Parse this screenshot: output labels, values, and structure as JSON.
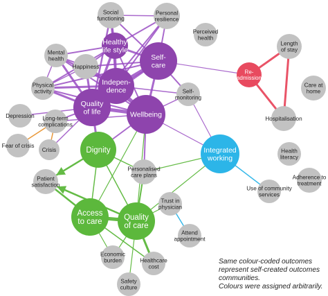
{
  "colors": {
    "purple": "#8e44ad",
    "purple_edge": "#9b4fc4",
    "red": "#e84a5f",
    "blue": "#2cb5e8",
    "green": "#5cb83c",
    "grey": "#c2c2c2",
    "orange": "#e8922e"
  },
  "nodes": [
    {
      "id": "social",
      "label": [
        "Social",
        "functioning"
      ],
      "group": "grey"
    },
    {
      "id": "personal",
      "label": [
        "Personal",
        "resilience"
      ],
      "group": "grey"
    },
    {
      "id": "perceived",
      "label": [
        "Perceived",
        "health"
      ],
      "group": "grey"
    },
    {
      "id": "healthy",
      "label": [
        "Healthy",
        "life style"
      ],
      "group": "purple"
    },
    {
      "id": "selfcare",
      "label": [
        "Self-",
        "care"
      ],
      "group": "purple"
    },
    {
      "id": "mental",
      "label": [
        "Mental",
        "health"
      ],
      "group": "grey"
    },
    {
      "id": "happiness",
      "label": [
        "Happiness"
      ],
      "group": "grey"
    },
    {
      "id": "independence",
      "label": [
        "Indepen-",
        "dence"
      ],
      "group": "purple"
    },
    {
      "id": "physical",
      "label": [
        "Physical",
        "activity"
      ],
      "group": "grey"
    },
    {
      "id": "selfmon",
      "label": [
        "Self-",
        "monitoring"
      ],
      "group": "grey"
    },
    {
      "id": "qol",
      "label": [
        "Quality",
        "of life"
      ],
      "group": "purple"
    },
    {
      "id": "wellbeing",
      "label": [
        "Wellbeing"
      ],
      "group": "purple"
    },
    {
      "id": "depression",
      "label": [
        "Depression"
      ],
      "group": "grey"
    },
    {
      "id": "longterm",
      "label": [
        "Long-term",
        "complications"
      ],
      "group": "grey"
    },
    {
      "id": "fear",
      "label": [
        "Fear of crisis"
      ],
      "group": "grey"
    },
    {
      "id": "crisis",
      "label": [
        "Crisis"
      ],
      "group": "grey"
    },
    {
      "id": "dignity",
      "label": [
        "Dignity"
      ],
      "group": "green"
    },
    {
      "id": "integrated",
      "label": [
        "Integrated",
        "working"
      ],
      "group": "blue"
    },
    {
      "id": "personalised",
      "label": [
        "Personalised",
        "care plans"
      ],
      "group": "grey"
    },
    {
      "id": "readmission",
      "label": [
        "Re-",
        "admission"
      ],
      "group": "red"
    },
    {
      "id": "lengthofstay",
      "label": [
        "Length",
        "of stay"
      ],
      "group": "grey"
    },
    {
      "id": "careathome",
      "label": [
        "Care at",
        "home"
      ],
      "group": "grey"
    },
    {
      "id": "hospitalisation",
      "label": [
        "Hospitalisation"
      ],
      "group": "grey"
    },
    {
      "id": "healthlit",
      "label": [
        "Health",
        "literacy"
      ],
      "group": "grey"
    },
    {
      "id": "adherence",
      "label": [
        "Adherence to",
        "treatment"
      ],
      "group": "grey"
    },
    {
      "id": "usecommunity",
      "label": [
        "Use of community",
        "services"
      ],
      "group": "grey"
    },
    {
      "id": "patientsat",
      "label": [
        "Patient",
        "satisfaction"
      ],
      "group": "grey"
    },
    {
      "id": "access",
      "label": [
        "Access",
        "to care"
      ],
      "group": "green"
    },
    {
      "id": "qoc",
      "label": [
        "Quality",
        "of care"
      ],
      "group": "green"
    },
    {
      "id": "trust",
      "label": [
        "Trust in",
        "physician"
      ],
      "group": "grey"
    },
    {
      "id": "attend",
      "label": [
        "Attend",
        "appointment"
      ],
      "group": "grey"
    },
    {
      "id": "economic",
      "label": [
        "Economic",
        "burden"
      ],
      "group": "grey"
    },
    {
      "id": "hccost",
      "label": [
        "Healthcare",
        "cost"
      ],
      "group": "grey"
    },
    {
      "id": "safety",
      "label": [
        "Safety",
        "culture"
      ],
      "group": "grey"
    }
  ],
  "edges": [
    {
      "a": "qol",
      "b": "wellbeing",
      "color": "purple",
      "w": 5
    },
    {
      "a": "qol",
      "b": "independence",
      "color": "purple",
      "w": 4
    },
    {
      "a": "qol",
      "b": "healthy",
      "color": "purple",
      "w": 3.5
    },
    {
      "a": "qol",
      "b": "selfcare",
      "color": "purple",
      "w": 3
    },
    {
      "a": "qol",
      "b": "happiness",
      "color": "purple",
      "w": 3
    },
    {
      "a": "qol",
      "b": "mental",
      "color": "purple",
      "w": 3
    },
    {
      "a": "qol",
      "b": "physical",
      "color": "purple",
      "w": 3
    },
    {
      "a": "qol",
      "b": "social",
      "color": "purple",
      "w": 2.5
    },
    {
      "a": "qol",
      "b": "personal",
      "color": "purple",
      "w": 2
    },
    {
      "a": "qol",
      "b": "longterm",
      "color": "purple",
      "w": 2
    },
    {
      "a": "qol",
      "b": "depression",
      "color": "purple",
      "w": 1.5
    },
    {
      "a": "qol",
      "b": "crisis",
      "color": "purple",
      "w": 1.5
    },
    {
      "a": "qol",
      "b": "dignity",
      "color": "purple",
      "w": 3
    },
    {
      "a": "independence",
      "b": "selfcare",
      "color": "purple",
      "w": 5
    },
    {
      "a": "independence",
      "b": "wellbeing",
      "color": "purple",
      "w": 4
    },
    {
      "a": "independence",
      "b": "healthy",
      "color": "purple",
      "w": 3
    },
    {
      "a": "independence",
      "b": "happiness",
      "color": "purple",
      "w": 3
    },
    {
      "a": "independence",
      "b": "mental",
      "color": "purple",
      "w": 2.5
    },
    {
      "a": "independence",
      "b": "physical",
      "color": "purple",
      "w": 3
    },
    {
      "a": "independence",
      "b": "social",
      "color": "purple",
      "w": 2.5
    },
    {
      "a": "independence",
      "b": "personal",
      "color": "purple",
      "w": 2
    },
    {
      "a": "independence",
      "b": "selfmon",
      "color": "purple",
      "w": 1.5
    },
    {
      "a": "selfcare",
      "b": "wellbeing",
      "color": "purple",
      "w": 3
    },
    {
      "a": "selfcare",
      "b": "healthy",
      "color": "purple",
      "w": 3
    },
    {
      "a": "selfcare",
      "b": "selfmon",
      "color": "purple",
      "w": 2
    },
    {
      "a": "selfcare",
      "b": "personal",
      "color": "purple",
      "w": 2
    },
    {
      "a": "selfcare",
      "b": "social",
      "color": "purple",
      "w": 2
    },
    {
      "a": "selfcare",
      "b": "happiness",
      "color": "purple",
      "w": 2
    },
    {
      "a": "selfcare",
      "b": "physical",
      "color": "purple",
      "w": 2
    },
    {
      "a": "selfcare",
      "b": "readmission",
      "color": "purple",
      "w": 1.2
    },
    {
      "a": "healthy",
      "b": "social",
      "color": "purple",
      "w": 2.5
    },
    {
      "a": "healthy",
      "b": "personal",
      "color": "purple",
      "w": 2
    },
    {
      "a": "healthy",
      "b": "happiness",
      "color": "purple",
      "w": 2
    },
    {
      "a": "healthy",
      "b": "mental",
      "color": "purple",
      "w": 2
    },
    {
      "a": "healthy",
      "b": "physical",
      "color": "purple",
      "w": 2
    },
    {
      "a": "healthy",
      "b": "wellbeing",
      "color": "purple",
      "w": 2
    },
    {
      "a": "wellbeing",
      "b": "happiness",
      "color": "purple",
      "w": 2
    },
    {
      "a": "wellbeing",
      "b": "mental",
      "color": "purple",
      "w": 2
    },
    {
      "a": "wellbeing",
      "b": "physical",
      "color": "purple",
      "w": 2
    },
    {
      "a": "wellbeing",
      "b": "selfmon",
      "color": "purple",
      "w": 1.5
    },
    {
      "a": "wellbeing",
      "b": "personalised",
      "color": "purple",
      "w": 2
    },
    {
      "a": "wellbeing",
      "b": "integrated",
      "color": "purple",
      "w": 1.2
    },
    {
      "a": "wellbeing",
      "b": "longterm",
      "color": "purple",
      "w": 1.5
    },
    {
      "a": "wellbeing",
      "b": "dignity",
      "color": "purple",
      "w": 2
    },
    {
      "a": "mental",
      "b": "happiness",
      "color": "purple",
      "w": 2
    },
    {
      "a": "mental",
      "b": "physical",
      "color": "purple",
      "w": 1.5
    },
    {
      "a": "social",
      "b": "personal",
      "color": "purple",
      "w": 1.5
    },
    {
      "a": "physical",
      "b": "happiness",
      "color": "purple",
      "w": 1.5
    },
    {
      "a": "selfmon",
      "b": "integrated",
      "color": "purple",
      "w": 1.2
    },
    {
      "a": "longterm",
      "b": "crisis",
      "color": "orange",
      "w": 1.5
    },
    {
      "a": "longterm",
      "b": "fear",
      "color": "orange",
      "w": 1.5
    },
    {
      "a": "readmission",
      "b": "lengthofstay",
      "color": "red",
      "w": 3
    },
    {
      "a": "readmission",
      "b": "hospitalisation",
      "color": "red",
      "w": 3
    },
    {
      "a": "lengthofstay",
      "b": "hospitalisation",
      "color": "red",
      "w": 3
    },
    {
      "a": "integrated",
      "b": "usecommunity",
      "color": "blue",
      "w": 1.5
    },
    {
      "a": "trust",
      "b": "attend",
      "color": "blue",
      "w": 1.5
    },
    {
      "a": "dignity",
      "b": "patientsat",
      "color": "green",
      "w": 2.5,
      "arrow": true
    },
    {
      "a": "dignity",
      "b": "personalised",
      "color": "green",
      "w": 1.5
    },
    {
      "a": "dignity",
      "b": "access",
      "color": "green",
      "w": 1.5
    },
    {
      "a": "dignity",
      "b": "qoc",
      "color": "green",
      "w": 1.5
    },
    {
      "a": "wellbeing",
      "b": "qoc",
      "color": "green",
      "w": 1.2
    },
    {
      "a": "wellbeing",
      "b": "access",
      "color": "green",
      "w": 1.2
    },
    {
      "a": "integrated",
      "b": "qoc",
      "color": "green",
      "w": 1.2
    },
    {
      "a": "integrated",
      "b": "personalised",
      "color": "green",
      "w": 1.2
    },
    {
      "a": "access",
      "b": "qoc",
      "color": "green",
      "w": 5
    },
    {
      "a": "access",
      "b": "patientsat",
      "color": "green",
      "w": 2.5
    },
    {
      "a": "qoc",
      "b": "patientsat",
      "color": "green",
      "w": 2.5,
      "arrow": true
    },
    {
      "a": "qoc",
      "b": "personalised",
      "color": "green",
      "w": 2
    },
    {
      "a": "qoc",
      "b": "trust",
      "color": "green",
      "w": 1.2
    },
    {
      "a": "qoc",
      "b": "hccost",
      "color": "green",
      "w": 3
    },
    {
      "a": "qoc",
      "b": "economic",
      "color": "green",
      "w": 1.2
    },
    {
      "a": "access",
      "b": "economic",
      "color": "green",
      "w": 1.2
    },
    {
      "a": "access",
      "b": "hccost",
      "color": "green",
      "w": 1.5
    },
    {
      "a": "qoc",
      "b": "safety",
      "color": "green",
      "w": 1.2
    }
  ],
  "note": [
    "Same colour-coded outcomes",
    "represent self-created outcomes",
    "communities.",
    "Colours were assigned arbitrarily."
  ]
}
